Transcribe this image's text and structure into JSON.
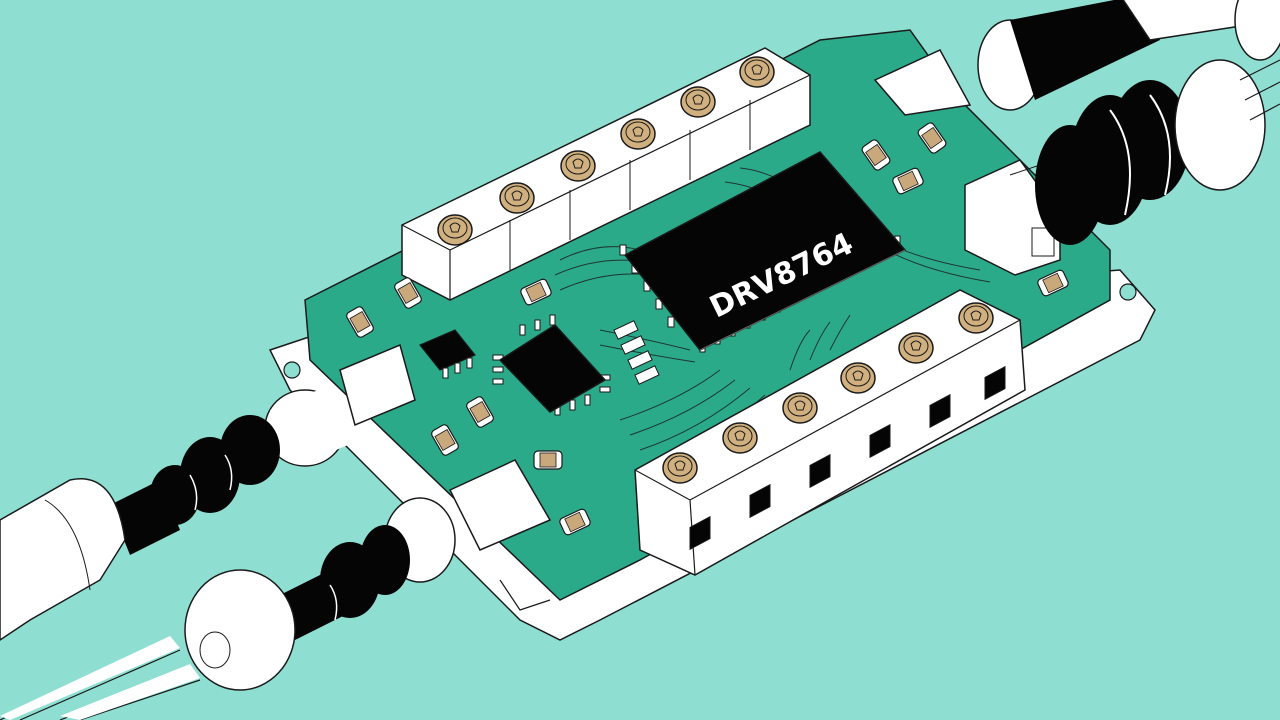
{
  "scene": {
    "description": "Isometric line-art illustration of a motor driver PCB with terminal blocks and cable connectors",
    "background_color": "#8EDFD2",
    "pcb_color": "#2BAA8A",
    "screw_color": "#D1B07F",
    "outline_color": "#1A1A1A"
  },
  "main_chip": {
    "label": "DRV8764",
    "color": "#050505"
  },
  "terminal_blocks": [
    {
      "position": "top",
      "screw_count": 6
    },
    {
      "position": "bottom",
      "screw_count": 6,
      "openings": 6
    }
  ],
  "cables": [
    {
      "position": "left-upper"
    },
    {
      "position": "left-lower"
    },
    {
      "position": "right-upper"
    },
    {
      "position": "right-lower"
    }
  ]
}
